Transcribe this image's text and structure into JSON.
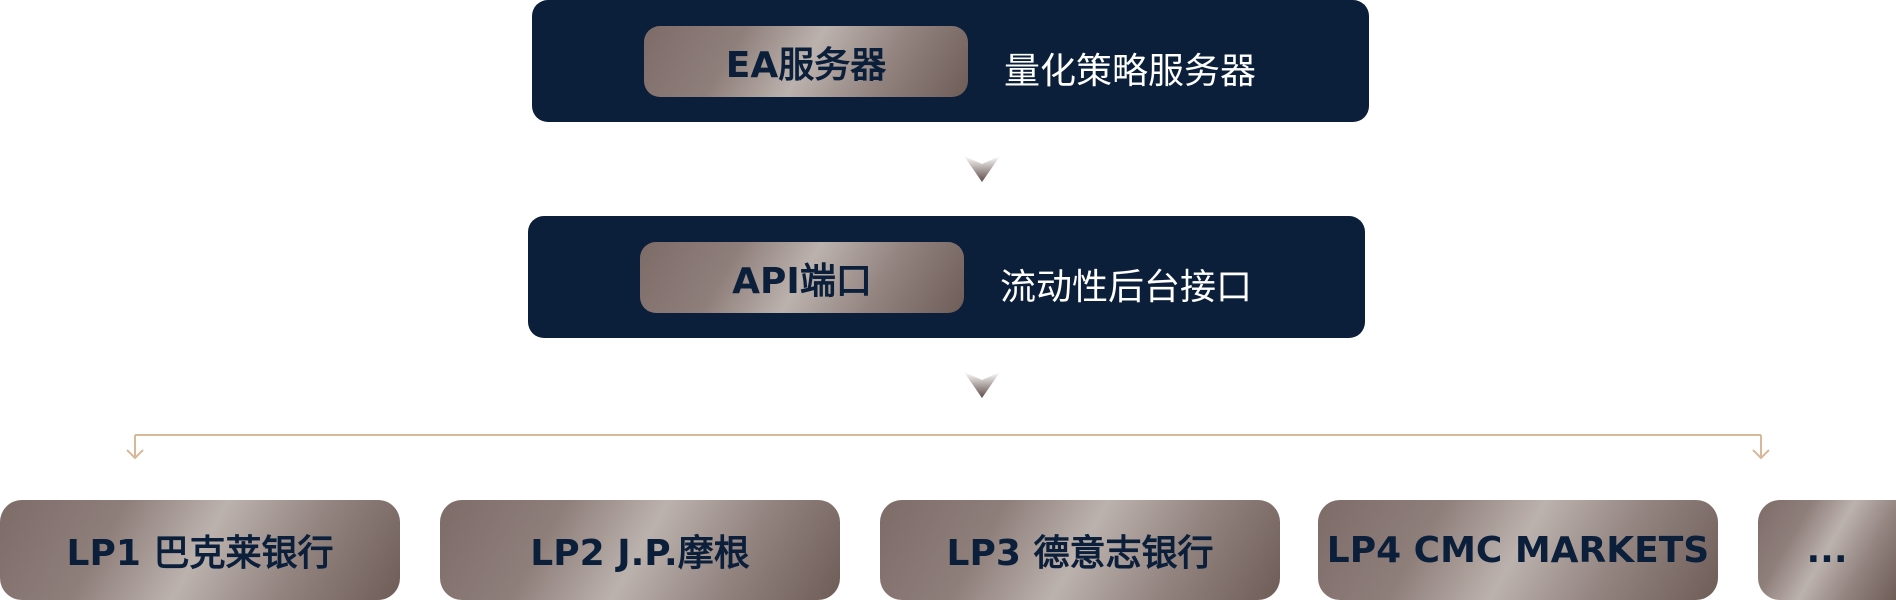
{
  "top_node": {
    "label": "EA服务器",
    "description": "量化策略服务器"
  },
  "middle_node": {
    "label": "API端口",
    "description": "流动性后台接口"
  },
  "providers": [
    {
      "label": "LP1 巴克莱银行"
    },
    {
      "label": "LP2 J.P.摩根"
    },
    {
      "label": "LP3 德意志银行"
    },
    {
      "label": "LP4 CMC MARKETS"
    },
    {
      "label": "..."
    }
  ],
  "colors": {
    "panel": "#0b1f3a",
    "connector": "#d9b89a",
    "metal_light": "#bcb2ad",
    "metal_dark": "#6e5c57"
  }
}
